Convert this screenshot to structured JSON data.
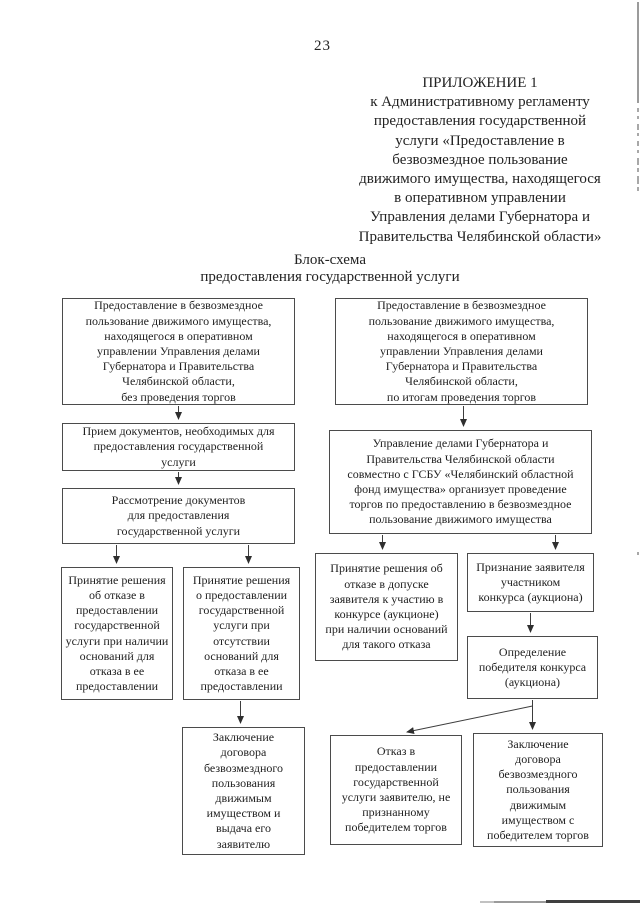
{
  "page": {
    "number": "23"
  },
  "header": {
    "appendix": "ПРИЛОЖЕНИЕ 1\nк Административному регламенту\nпредоставления государственной\nуслуги «Предоставление в\nбезвозмездное пользование\nдвижимого имущества, находящегося\nв оперативном управлении\nУправления делами Губернатора и\nПравительства Челябинской области»"
  },
  "title": "Блок-схема\nпредоставления государственной услуги",
  "colors": {
    "ink": "#222222",
    "box_border": "#4b4b4b",
    "connector": "#3d3d3d"
  },
  "flowchart": {
    "boxes": {
      "no_tender_start": "Предоставление в безвозмездное\nпользование движимого имущества,\nнаходящегося в оперативном\nуправлении Управления делами\nГубернатора и Правительства\nЧелябинской области,\nбез проведения торгов",
      "receive_docs": "Прием документов, необходимых для\nпредоставления государственной\nуслуги",
      "review_docs": "Рассмотрение документов\nдля предоставления\nгосударственной услуги",
      "decision_refuse": "Принятие решения\nоб отказе в\nпредоставлении\nгосударственной\nуслуги при наличии\nоснований для\nотказа в ее\nпредоставлении",
      "decision_grant": "Принятие решения\nо предоставлении\nгосударственной\nуслуги при\nотсутствии\nоснований для\nотказа в ее\nпредоставлении",
      "contract_applicant": "Заключение\nдоговора\nбезвозмездного\nпользования\nдвижимым\nимуществом и\nвыдача его\nзаявителю",
      "tender_start": "Предоставление в безвозмездное\nпользование движимого имущества,\nнаходящегося в оперативном\nуправлении Управления делами\nГубернатора и Правительства\nЧелябинской области,\nпо итогам проведения торгов",
      "organize_tender": "Управление делами Губернатора и\nПравительства Челябинской области\nсовместно с ГСБУ «Челябинский областной\nфонд имущества» организует проведение\nторгов по предоставлению в безвозмездное\nпользование движимого имущества",
      "refuse_admission": "Принятие решения об\nотказе в допуске\nзаявителя к участию в\nконкурсе (аукционе)\nпри наличии оснований\nдля такого отказа",
      "recognize_participant": "Признание заявителя\nучастником\nконкурса (аукциона)",
      "determine_winner": "Определение\nпобедителя конкурса\n(аукциона)",
      "refuse_non_winner": "Отказ в\nпредоставлении\nгосударственной\nуслуги заявителю, не\nпризнанному\nпобедителем торгов",
      "contract_winner": "Заключение\nдоговора\nбезвозмездного\nпользования\nдвижимым\nимуществом с\nпобедителем торгов"
    }
  }
}
